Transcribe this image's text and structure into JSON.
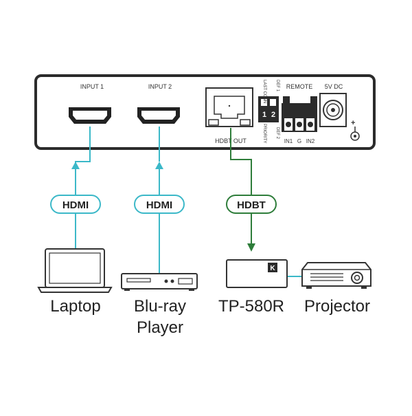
{
  "device": {
    "input1_label": "INPUT 1",
    "input2_label": "INPUT 2",
    "hdbt_out_label": "HDBT OUT",
    "remote_label": "REMOTE",
    "dc_label": "5V DC",
    "dip_def1": "DEF 1",
    "dip_def2": "DEF 2",
    "dip_last_conn": "LAST CONN",
    "dip_priority": "PRIORITY",
    "dip_num1": "1",
    "dip_num2": "2",
    "terminal_in1": "IN1",
    "terminal_g": "G",
    "terminal_in2": "IN2",
    "plus_sign": "+"
  },
  "cables": {
    "hdmi1": "HDMI",
    "hdmi2": "HDMI",
    "hdbt": "HDBT"
  },
  "devices": {
    "laptop": "Laptop",
    "bluray_line1": "Blu-ray",
    "bluray_line2": "Player",
    "receiver": "TP-580R",
    "projector": "Projector",
    "receiver_logo": "K"
  },
  "colors": {
    "hdmi_cable": "#3bb8c8",
    "hdbt_cable": "#2e7d3a",
    "projector_link": "#3bb8c8",
    "device_body": "#2b2b2b",
    "outline": "#333333"
  }
}
